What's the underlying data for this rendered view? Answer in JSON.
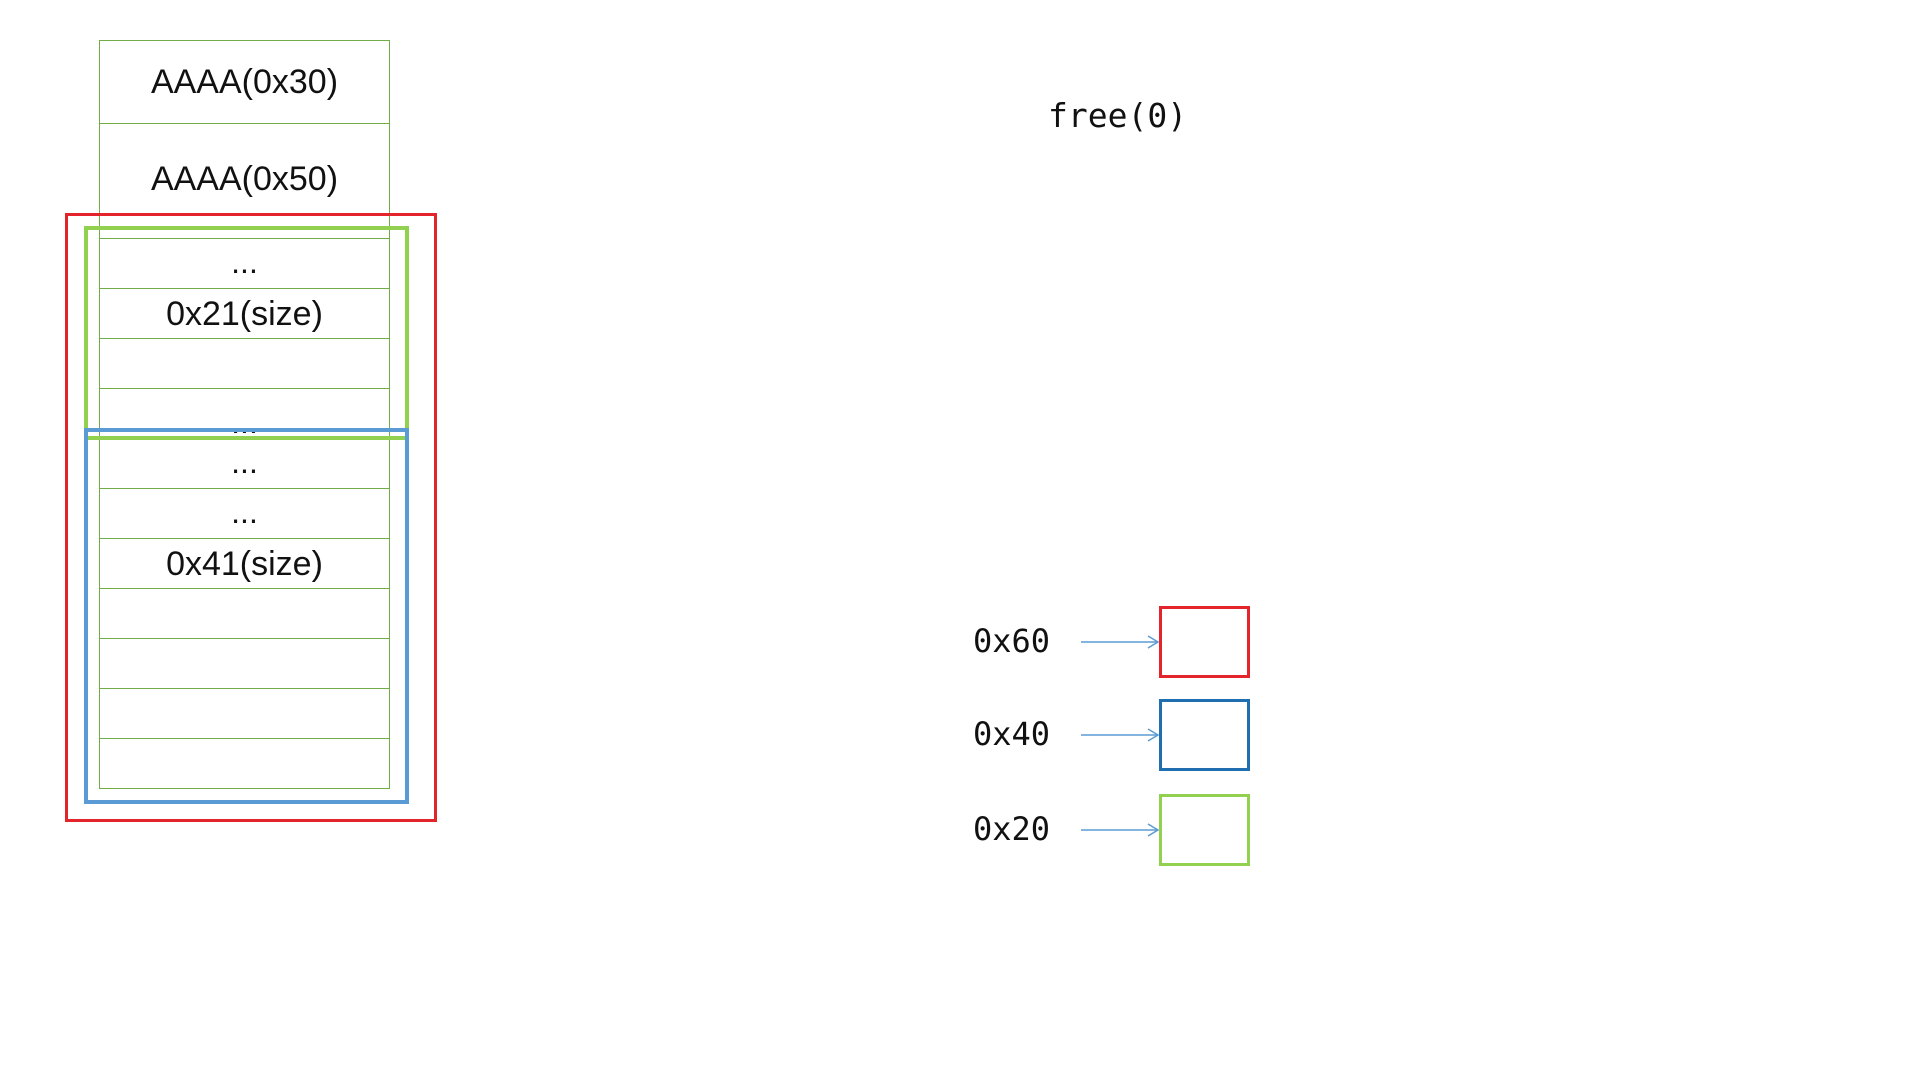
{
  "title": "free(0)",
  "heap_cells": [
    "AAAA(0x30)",
    "AAAA(0x50)",
    "...",
    "0x21(size)",
    "",
    "...",
    "...",
    "...",
    "0x41(size)",
    "",
    "",
    "",
    ""
  ],
  "bins": [
    {
      "label": "0x60",
      "color": "#e3242b"
    },
    {
      "label": "0x40",
      "color": "#1f6fb0"
    },
    {
      "label": "0x20",
      "color": "#92d050"
    }
  ],
  "colors": {
    "cell_border": "#70ad47",
    "red_frame": "#e3242b",
    "green_frame": "#92d050",
    "blue_frame": "#5b9bd5",
    "arrow": "#5b9bd5"
  }
}
